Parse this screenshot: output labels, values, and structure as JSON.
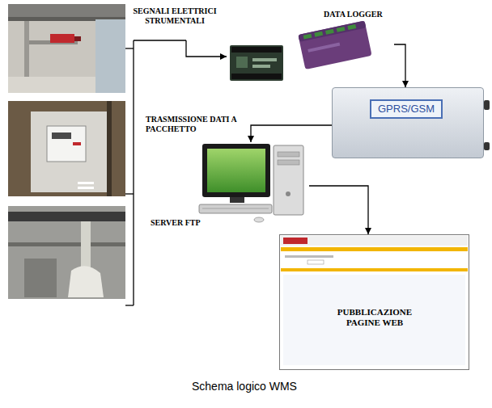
{
  "diagram": {
    "caption": "Schema logico WMS",
    "nodes": [
      {
        "text": [
          "SEGNALI ELETTRICI STRUMENTALI"
        ]
      },
      {
        "text": [
          "DATA LOGGER"
        ]
      },
      {
        "text": [
          "GPRS/GSM"
        ]
      },
      {
        "text": [
          "SERVER FTP"
        ]
      },
      {
        "text": [
          "PUBBLICAZIONE PAGINE WEB"
        ]
      }
    ],
    "edges": [
      {
        "from": 0,
        "to": 1,
        "arrow": "to"
      },
      {
        "from": 1,
        "to": 2,
        "arrow": "to"
      },
      {
        "from": 2,
        "to": 3,
        "label": "TRASMISSIONE DATI A PACCHETTO",
        "arrow": "to"
      },
      {
        "from": 3,
        "to": 4,
        "arrow": "to"
      }
    ]
  }
}
